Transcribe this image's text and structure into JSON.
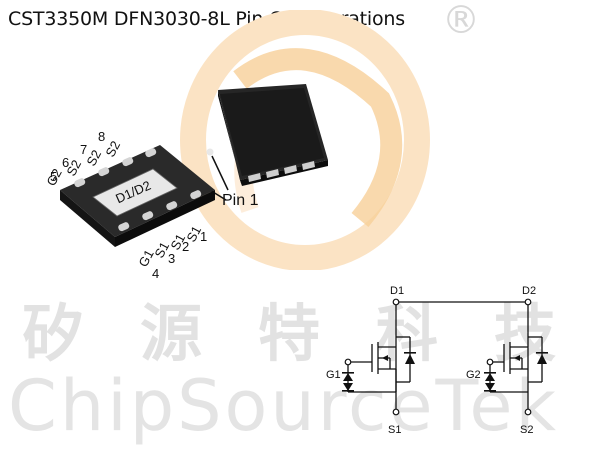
{
  "title": "CST3350M DFN3030-8L Pin Configurations",
  "watermark": {
    "registered_symbol": "®",
    "chinese": [
      "矽",
      "源",
      "特",
      "科",
      "技"
    ],
    "english": "ChipSourceTek",
    "logo_icon": "chipsourcetek-swirl-logo"
  },
  "package_top": {
    "marking": "D1/D2",
    "pin_numbers_top": [
      "5",
      "6",
      "7",
      "8"
    ],
    "pin_names_top": [
      "G2",
      "S2",
      "S2",
      "S2"
    ],
    "pin_names_bottom": [
      "S1",
      "S1",
      "S1",
      "G1"
    ],
    "pin_numbers_bottom": [
      "1",
      "2",
      "3",
      "4"
    ]
  },
  "package_bottom": {
    "pin1_label": "Pin 1"
  },
  "schematic": {
    "d1": "D1",
    "d2": "D2",
    "g1": "G1",
    "g2": "G2",
    "s1": "S1",
    "s2": "S2"
  },
  "colors": {
    "chip_body": "#1a1a1a",
    "pad": "#cfcfcf",
    "watermark_gray": "#e2e2e2",
    "logo_orange": "#f6b96a"
  }
}
